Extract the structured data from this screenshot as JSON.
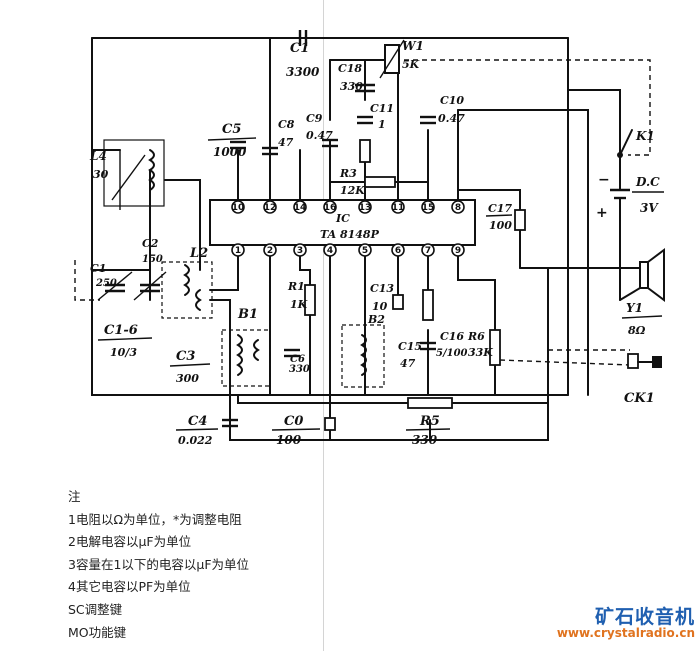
{
  "ic": {
    "ref": "IC",
    "part": "TA 8148P",
    "pins_top": [
      "10",
      "12",
      "14",
      "16",
      "13",
      "11",
      "15",
      "8"
    ],
    "pins_bottom": [
      "1",
      "2",
      "3",
      "4",
      "5",
      "6",
      "7",
      "9"
    ]
  },
  "components": {
    "c1": {
      "ref": "C1",
      "value": "3300"
    },
    "w1": {
      "ref": "W1",
      "value": "5K"
    },
    "c18": {
      "ref": "C18",
      "value": "330"
    },
    "c11": {
      "ref": "C11",
      "value": "1"
    },
    "c10": {
      "ref": "C10",
      "value": "0.47"
    },
    "c8": {
      "ref": "C8",
      "value": "47"
    },
    "c9": {
      "ref": "C9",
      "value": "0.47"
    },
    "c5": {
      "ref": "C5",
      "value": "1000"
    },
    "r3": {
      "ref": "R3",
      "value": "12K"
    },
    "k1": {
      "ref": "K1"
    },
    "dc": {
      "ref": "D.C",
      "value": "3V"
    },
    "c17": {
      "ref": "C17",
      "value": "100"
    },
    "l4": {
      "ref": "L4",
      "value": "30"
    },
    "c2": {
      "ref": "C2",
      "value": "150"
    },
    "l2": {
      "ref": "L2"
    },
    "c1b": {
      "ref": "C1",
      "value": "250"
    },
    "c16": {
      "ref": "C1-6",
      "value": "10/3"
    },
    "r1": {
      "ref": "R1",
      "value": "1K"
    },
    "b1": {
      "ref": "B1"
    },
    "c3": {
      "ref": "C3",
      "value": "300"
    },
    "c6": {
      "ref": "C6",
      "value": "330"
    },
    "c13": {
      "ref": "C13",
      "value": "10"
    },
    "b2": {
      "ref": "B2"
    },
    "c15": {
      "ref": "C15",
      "value": "47"
    },
    "c16b": {
      "ref": "C16",
      "value": "5/100"
    },
    "r6": {
      "ref": "R6",
      "value": "33K"
    },
    "y1": {
      "ref": "Y1",
      "value": "8Ω"
    },
    "ck1": {
      "ref": "CK1"
    },
    "c4": {
      "ref": "C4",
      "value": "0.022"
    },
    "c0": {
      "ref": "C0",
      "value": "100"
    },
    "r5": {
      "ref": "R5",
      "value": "330"
    }
  },
  "notes": {
    "title": "注",
    "items": [
      "1电阻以Ω为单位，*为调整电阻",
      "2电解电容以μF为单位",
      "3容量在1以下的电容以μF为单位",
      "4其它电容以PF为单位",
      "SC调整键",
      "MO功能键"
    ]
  },
  "watermark": {
    "name": "矿石收音机",
    "url": "www.crystalradio.cn"
  }
}
